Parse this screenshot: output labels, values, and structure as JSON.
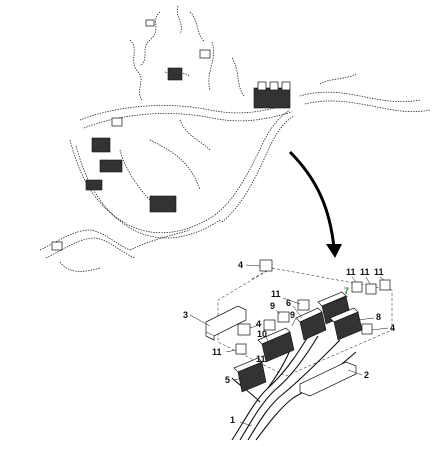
{
  "callouts": {
    "c1": "1",
    "c2": "2",
    "c3": "3",
    "c4a": "4",
    "c4b": "4",
    "c4c": "4",
    "c5": "5",
    "c6": "6",
    "c7": "7",
    "c8": "8",
    "c9a": "9",
    "c9b": "9",
    "c10": "10",
    "c11a": "11",
    "c11b": "11",
    "c11c": "11",
    "c11d": "11",
    "c11e": "11",
    "c11f": "11"
  },
  "colors": {
    "line": "#111111",
    "highlight": "#2e8b3a",
    "background": "#ffffff"
  }
}
